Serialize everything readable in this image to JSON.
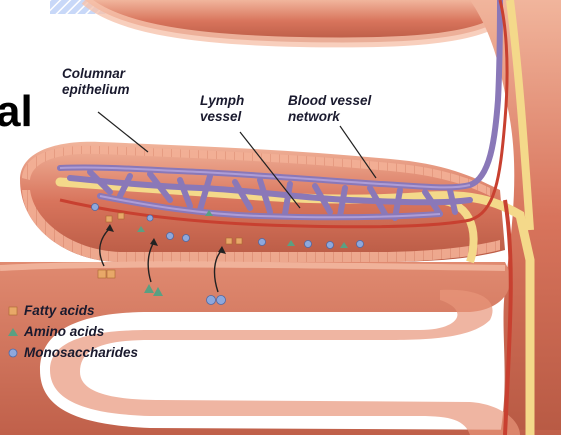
{
  "labels": {
    "columnar_epithelium": [
      "Columnar",
      "epithelium"
    ],
    "lymph_vessel": [
      "Lymph",
      "vessel"
    ],
    "blood_vessel_network": [
      "Blood vessel",
      "network"
    ]
  },
  "cropped_letter": "al",
  "legend": [
    {
      "label": "Fatty acids",
      "icon": "orange-square-icon",
      "color": "#e8a868"
    },
    {
      "label": "Amino acids",
      "icon": "green-triangle-icon",
      "color": "#5aa082"
    },
    {
      "label": "Monosaccharides",
      "icon": "blue-circle-icon",
      "color": "#8ea8dc"
    }
  ],
  "colors": {
    "tissue": "#d8745c",
    "epithelium": "#f0a98c",
    "lymph": "#f4d98a",
    "blood_network": "#8a78b8",
    "artery": "#c84030",
    "banner_yellow": "#ffff44",
    "banner_blue": "#c8d8f8"
  }
}
